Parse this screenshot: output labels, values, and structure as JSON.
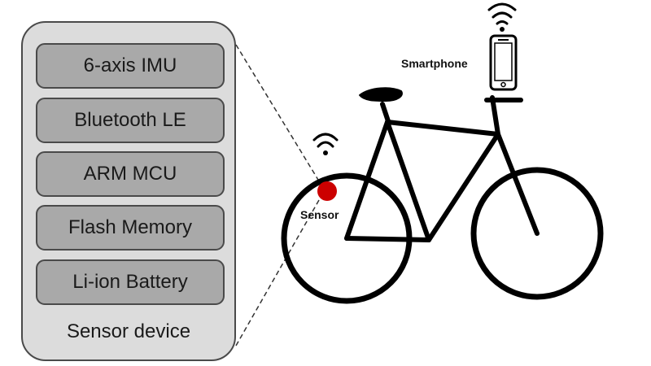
{
  "sensor_device": {
    "components": [
      {
        "label": "6-axis IMU"
      },
      {
        "label": "Bluetooth LE"
      },
      {
        "label": "ARM MCU"
      },
      {
        "label": "Flash Memory"
      },
      {
        "label": "Li-ion Battery"
      }
    ],
    "caption": "Sensor device"
  },
  "labels": {
    "smartphone": "Smartphone",
    "sensor": "Sensor"
  },
  "icons": {
    "wireless_top": "wifi-signal-icon",
    "wireless_sensor": "wifi-signal-icon",
    "phone": "smartphone-icon",
    "bicycle": "bicycle-icon"
  },
  "colors": {
    "sensor_dot": "#cc0000",
    "panel_fill": "#dcdcdc",
    "component_fill": "#a9a9a9"
  }
}
